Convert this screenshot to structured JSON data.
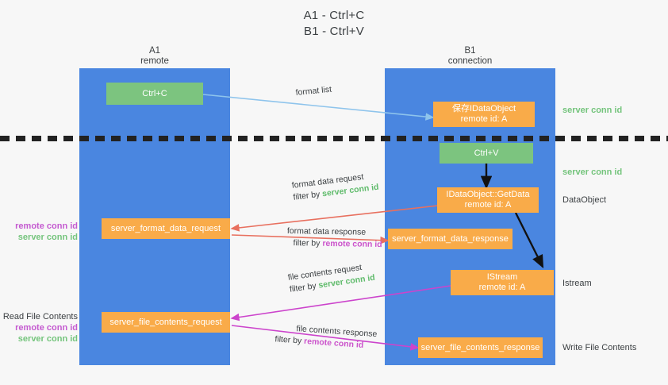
{
  "title": {
    "line1": "A1 - Ctrl+C",
    "line2": "B1 - Ctrl+V"
  },
  "lanes": [
    {
      "id": "a1",
      "name": "A1",
      "role": "remote"
    },
    {
      "id": "b1",
      "name": "B1",
      "role": "connection"
    }
  ],
  "nodes": {
    "ctrl_c": {
      "line1": "Ctrl+C",
      "line2": ""
    },
    "save_dataobject": {
      "line1": "保存IDataObject",
      "line2": "remote id: A"
    },
    "ctrl_v": {
      "line1": "Ctrl+V",
      "line2": ""
    },
    "idataobject_getdata": {
      "line1": "IDataObject::GetData",
      "line2": "remote id: A"
    },
    "server_format_data_request": {
      "line1": "server_format_data_request",
      "line2": ""
    },
    "server_format_data_response": {
      "line1": "server_format_data_response",
      "line2": ""
    },
    "istream": {
      "line1": "IStream",
      "line2": "remote id: A"
    },
    "server_file_contents_request": {
      "line1": "server_file_contents_request",
      "line2": ""
    },
    "server_file_contents_response": {
      "line1": "server_file_contents_response",
      "line2": ""
    }
  },
  "edges": {
    "format_list": {
      "label": "format list",
      "filter_prefix": "",
      "filter_value": ""
    },
    "format_data_request": {
      "label": "format data request",
      "filter_prefix": "filter by ",
      "filter_value": "server conn id"
    },
    "format_data_response": {
      "label": "format data response",
      "filter_prefix": "filter by ",
      "filter_value": "remote conn id"
    },
    "file_contents_request": {
      "label": "file contents request",
      "filter_prefix": "filter by ",
      "filter_value": "server conn id"
    },
    "file_contents_response": {
      "label": "file contents response",
      "filter_prefix": "filter by ",
      "filter_value": "remote conn id"
    }
  },
  "annotations": {
    "right_top_server_conn": "server conn id",
    "right_mid_server_conn": "server conn id",
    "right_dataobject": "DataObject",
    "right_istream": "Istream",
    "right_write_file": "Write File Contents",
    "left_remote_conn": "remote conn id",
    "left_server_conn": "server conn id",
    "left_read_file": "Read File Contents",
    "left_remote_conn_2": "remote conn id",
    "left_server_conn_2": "server conn id"
  },
  "colors": {
    "lane": "#4a86e0",
    "node_orange": "#f9ab49",
    "node_green": "#7cc47f",
    "server_conn_id": "#74c47c",
    "remote_conn_id": "#c45ad0",
    "arrow_blue": "#8ec4ec",
    "arrow_red": "#e8705f",
    "arrow_magenta": "#cc44cc",
    "arrow_black": "#111111",
    "background": "#f7f7f7"
  }
}
